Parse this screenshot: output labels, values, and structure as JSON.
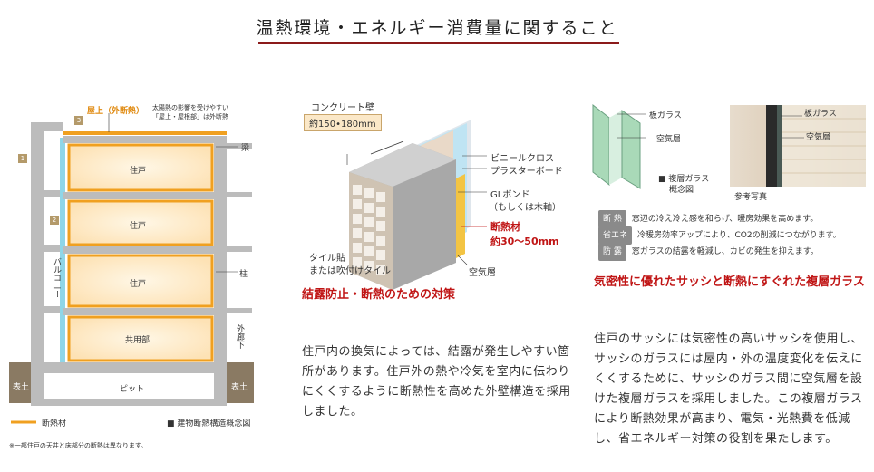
{
  "title": "温熱環境・エネルギー消費量に関すること",
  "section_building": {
    "roof_label": "屋上（外断熱）",
    "roof_note_line1": "太陽熱の影響を受けやすい",
    "roof_note_line2": "「屋上・屋根部」は外断熱",
    "beam_label": "梁",
    "column_label": "柱",
    "balcony_label": "バルコニー",
    "corridor_label": "外廊下",
    "unit_labels": [
      "住戸",
      "住戸",
      "住戸"
    ],
    "common_label": "共用部",
    "pit_label": "ピット",
    "soil_label_left": "表土",
    "soil_label_right": "表土",
    "num_markers": [
      "1",
      "2",
      "3"
    ],
    "legend_insulation": "断熱材",
    "legend_diagram": "■ 建物断熱構造概念図",
    "footnote": "※一部住戸の天井と床部分の断熱は異なります。"
  },
  "section_wall": {
    "concrete_label": "コンクリート壁",
    "concrete_thickness": "約150•180mm",
    "vinyl_cloth": "ビニールクロス",
    "plaster_board": "プラスターボード",
    "gl_bond": "GLボンド",
    "gl_bond_alt": "（もしくは木軸）",
    "insulation": "断熱材",
    "insulation_thickness": "約30〜50mm",
    "tile_line1": "タイル貼",
    "tile_line2": "または吹付けタイル",
    "air_layer": "空気層",
    "heading": "結露防止・断熱のための対策",
    "body": "住戸内の換気によっては、結露が発生しやすい箇所があります。住戸外の熱や冷気を室内に伝わりにくくするように断熱性を高めた外壁構造を採用しました。"
  },
  "section_glass": {
    "pane_label": "板ガラス",
    "air_label": "空気層",
    "diagram_caption_line1": "複層ガラス",
    "diagram_caption_line2": "概念図",
    "photo_pane_label": "板ガラス",
    "photo_air_label": "空気層",
    "photo_caption": "参考写真",
    "effects": [
      {
        "badge": "断 熱",
        "text": "窓辺の冷え冷え感を和らげ、暖房効果を高めます。"
      },
      {
        "badge": "省エネ",
        "text": "冷暖房効率アップにより、CO2の削減につながります。"
      },
      {
        "badge": "防 露",
        "text": "窓ガラスの結露を軽減し、カビの発生を抑えます。"
      }
    ],
    "heading": "気密性に優れたサッシと断熱にすぐれた複層ガラス",
    "body": "住戸のサッシには気密性の高いサッシを使用し、サッシのガラスには屋内・外の温度変化を伝えにくくするために、サッシのガラス間に空気層を設けた複層ガラスを採用しました。この複層ガラスにより断熱効果が高まり、電気・光熱費を低減し、省エネルギー対策の役割を果たします。"
  }
}
